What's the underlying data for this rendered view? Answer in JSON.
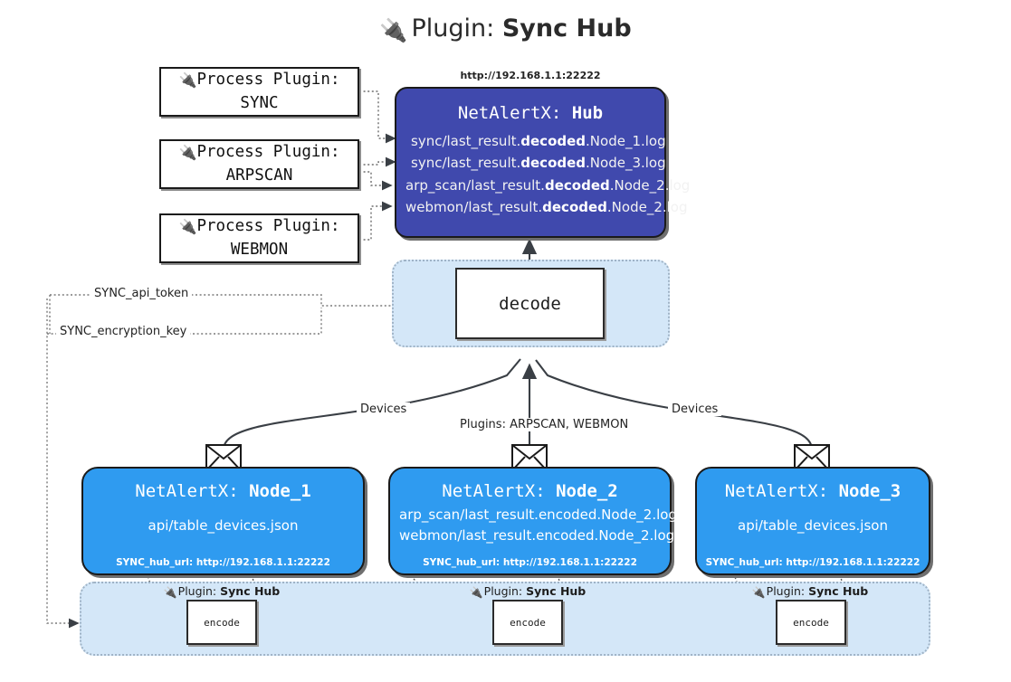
{
  "title": {
    "icon": "plug-icon",
    "prefix": "Plugin:",
    "name": "Sync Hub"
  },
  "process_plugins": [
    {
      "icon": "plug-icon",
      "line1": "Process Plugin:",
      "line2": "SYNC"
    },
    {
      "icon": "plug-icon",
      "line1": "Process Plugin:",
      "line2": "ARPSCAN"
    },
    {
      "icon": "plug-icon",
      "line1": "Process Plugin:",
      "line2": "WEBMON"
    }
  ],
  "hub": {
    "url": "http://192.168.1.1:22222",
    "name_prefix": "NetAlertX:",
    "name": "Hub",
    "logs": [
      {
        "pre": "sync/last_result.",
        "mid": "decoded",
        "post": ".Node_1.log"
      },
      {
        "pre": "sync/last_result.",
        "mid": "decoded",
        "post": ".Node_3.log"
      },
      {
        "pre": "arp_scan/last_result.",
        "mid": "decoded",
        "post": ".Node_2.log"
      },
      {
        "pre": "webmon/last_result.",
        "mid": "decoded",
        "post": ".Node_2.log"
      }
    ]
  },
  "decode": {
    "label": "decode"
  },
  "settings": {
    "api_token": "SYNC_api_token",
    "encryption_key": "SYNC_encryption_key"
  },
  "edge_labels": {
    "devices_left": "Devices",
    "devices_right": "Devices",
    "plugins_center": "Plugins: ARPSCAN, WEBMON"
  },
  "nodes": [
    {
      "name_prefix": "NetAlertX:",
      "name": "Node_1",
      "lines": [
        "api/table_devices.json"
      ],
      "hub_url_label": "SYNC_hub_url: http://192.168.1.1:22222",
      "envelope_icon": "envelope-icon"
    },
    {
      "name_prefix": "NetAlertX:",
      "name": "Node_2",
      "lines": [
        "arp_scan/last_result.encoded.Node_2.log",
        "webmon/last_result.encoded.Node_2.log"
      ],
      "hub_url_label": "SYNC_hub_url: http://192.168.1.1:22222",
      "envelope_icon": "envelope-icon"
    },
    {
      "name_prefix": "NetAlertX:",
      "name": "Node_3",
      "lines": [
        "api/table_devices.json"
      ],
      "hub_url_label": "SYNC_hub_url: http://192.168.1.1:22222",
      "envelope_icon": "envelope-icon"
    }
  ],
  "encoders": [
    {
      "tag_prefix": "Plugin:",
      "tag_name": "Sync Hub",
      "label": "encode",
      "icon": "plug-icon"
    },
    {
      "tag_prefix": "Plugin:",
      "tag_name": "Sync Hub",
      "label": "encode",
      "icon": "plug-icon"
    },
    {
      "tag_prefix": "Plugin:",
      "tag_name": "Sync Hub",
      "label": "encode",
      "icon": "plug-icon"
    }
  ],
  "colors": {
    "hub": "#4049ad",
    "node": "#2f9bf0",
    "container": "#d4e7f8",
    "stroke": "#1a1a1a"
  }
}
